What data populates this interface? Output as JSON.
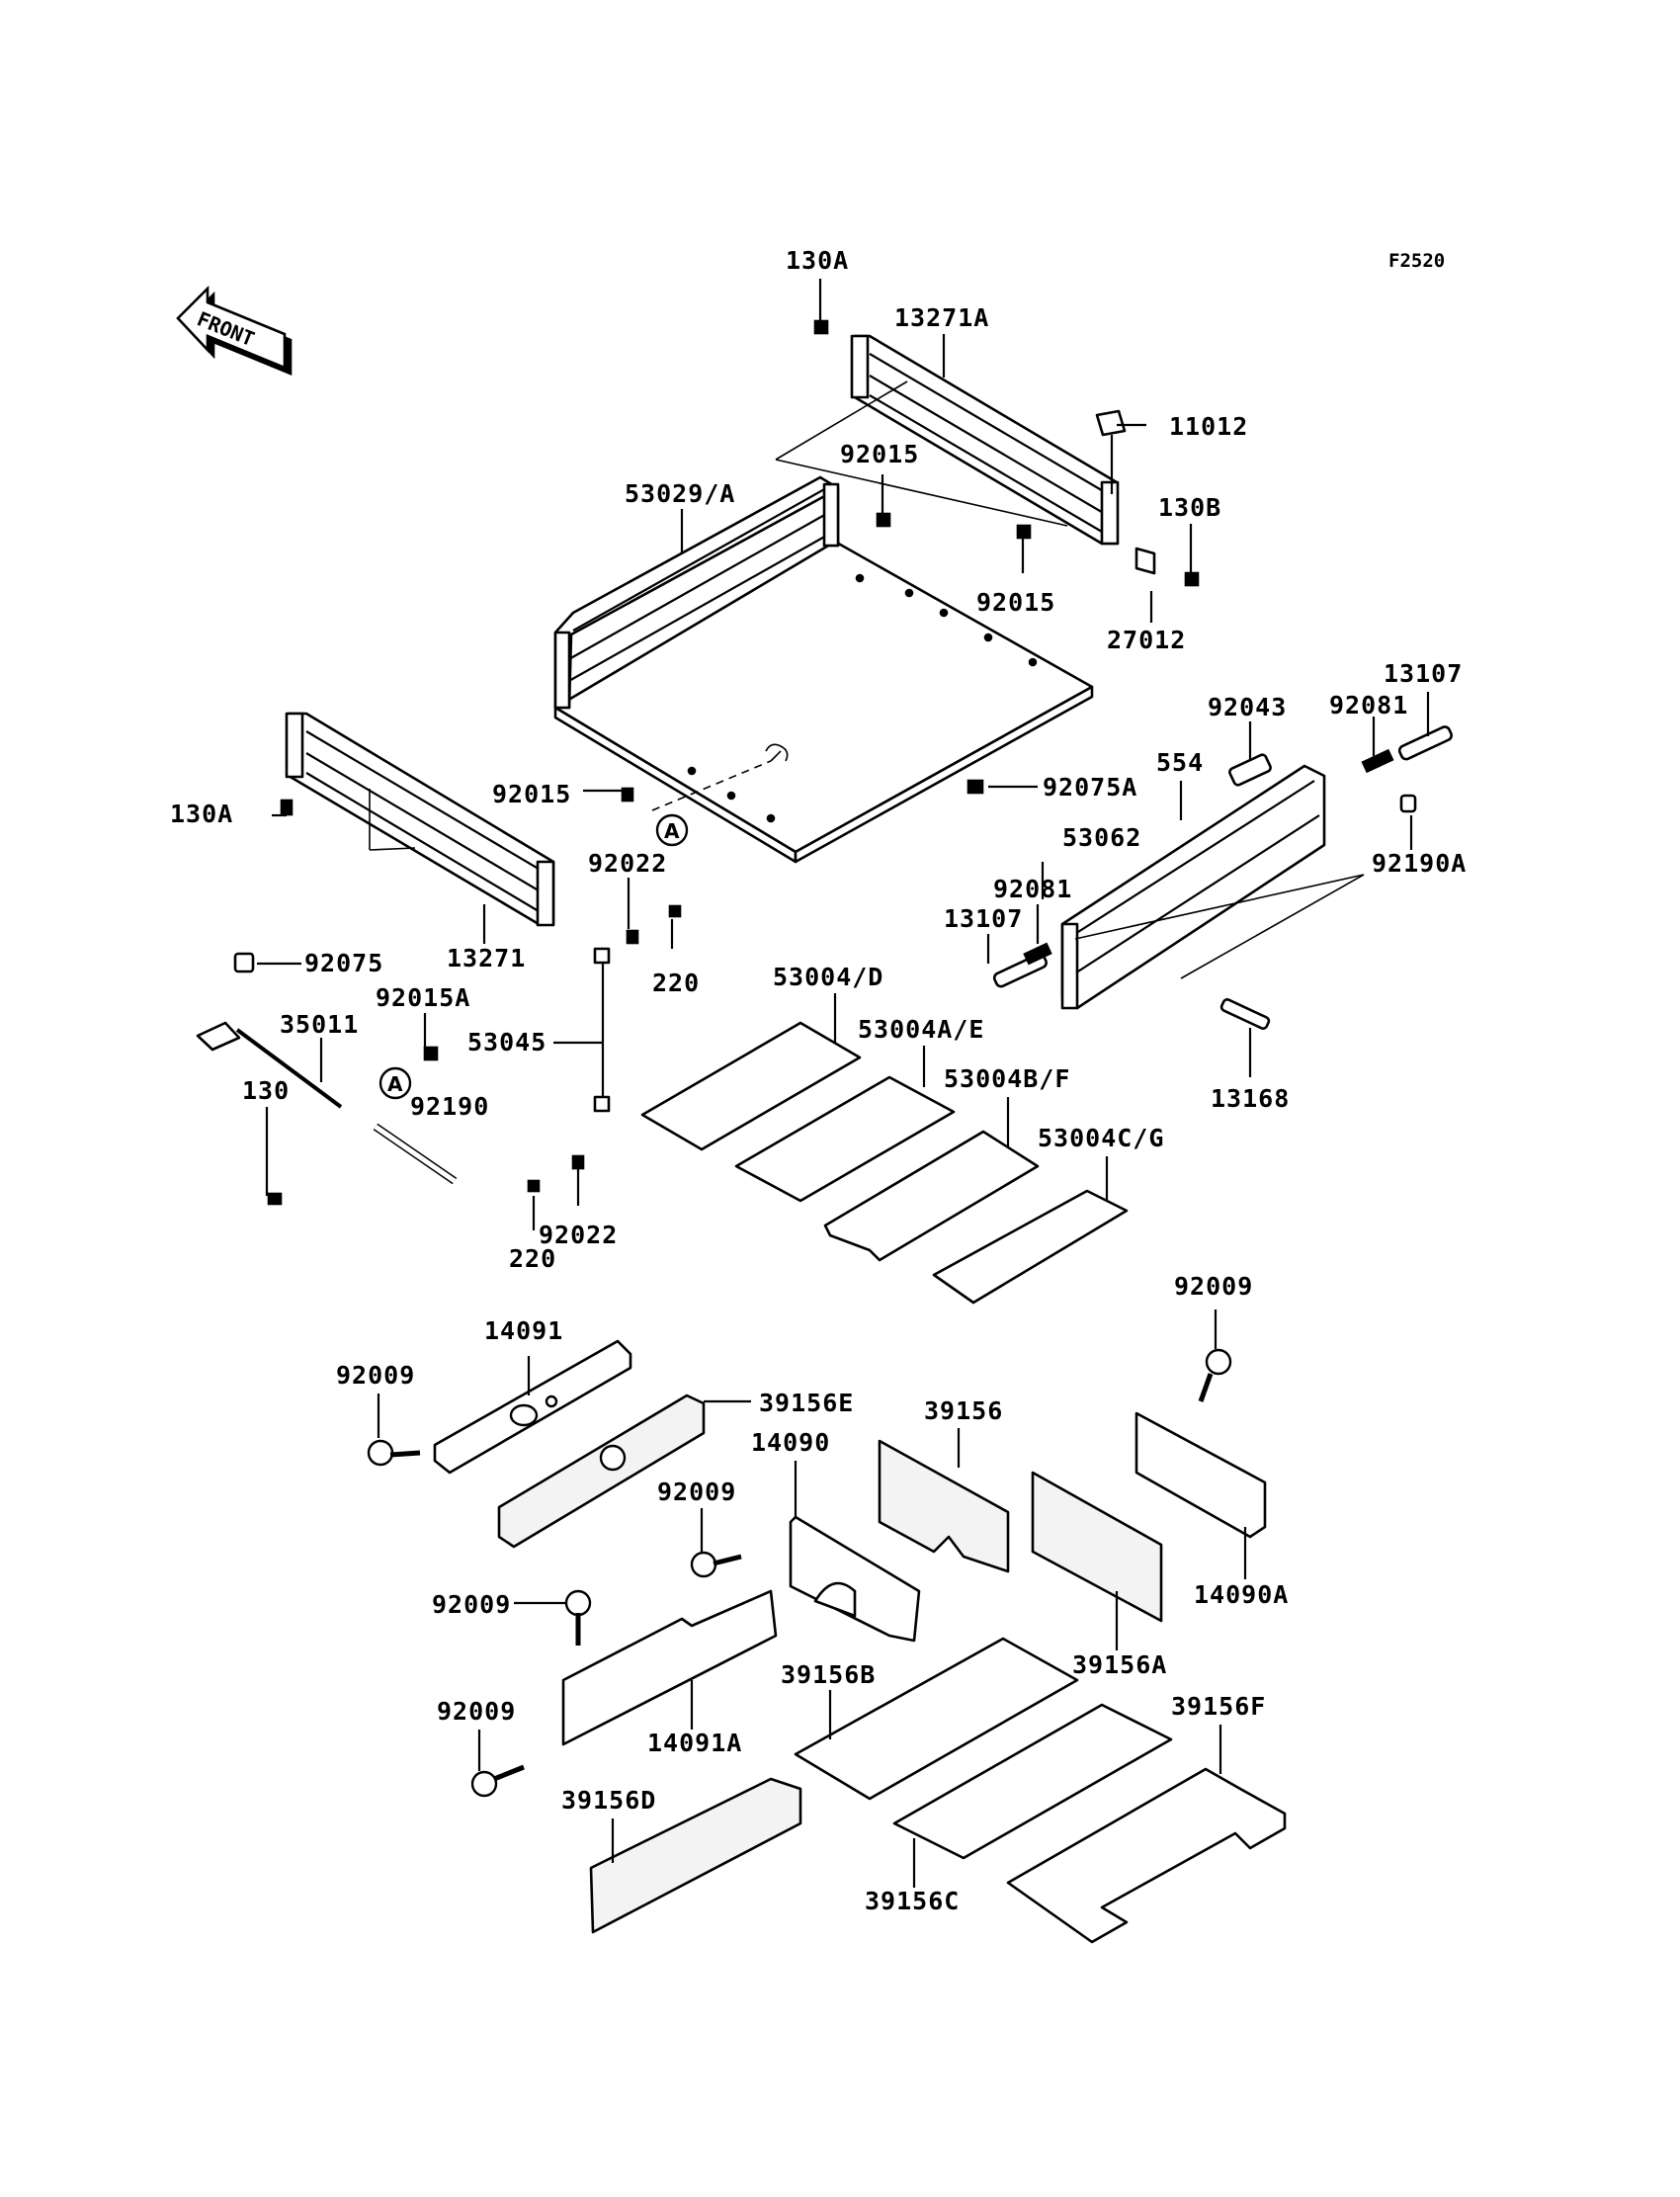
{
  "diagram": {
    "figure_code": "F2520",
    "front_marker": "FRONT",
    "ref_marker": "A",
    "parts": [
      "130A",
      "13271A",
      "11012",
      "92015",
      "130B",
      "53029/A",
      "27012",
      "13107",
      "92043",
      "92081",
      "554",
      "92075A",
      "130A",
      "53062",
      "92190A",
      "92022",
      "13271",
      "220",
      "13107",
      "92081",
      "92075",
      "92015A",
      "53004/D",
      "53045",
      "35011",
      "53004A/E",
      "53004B/F",
      "130",
      "92190",
      "13168",
      "53004C/G",
      "220",
      "92022",
      "92009",
      "14091",
      "92009",
      "39156E",
      "39156",
      "14090",
      "92009",
      "14090A",
      "92009",
      "39156A",
      "39156B",
      "39156F",
      "92009",
      "14091A",
      "39156D",
      "39156C",
      "92015",
      "92015"
    ]
  }
}
